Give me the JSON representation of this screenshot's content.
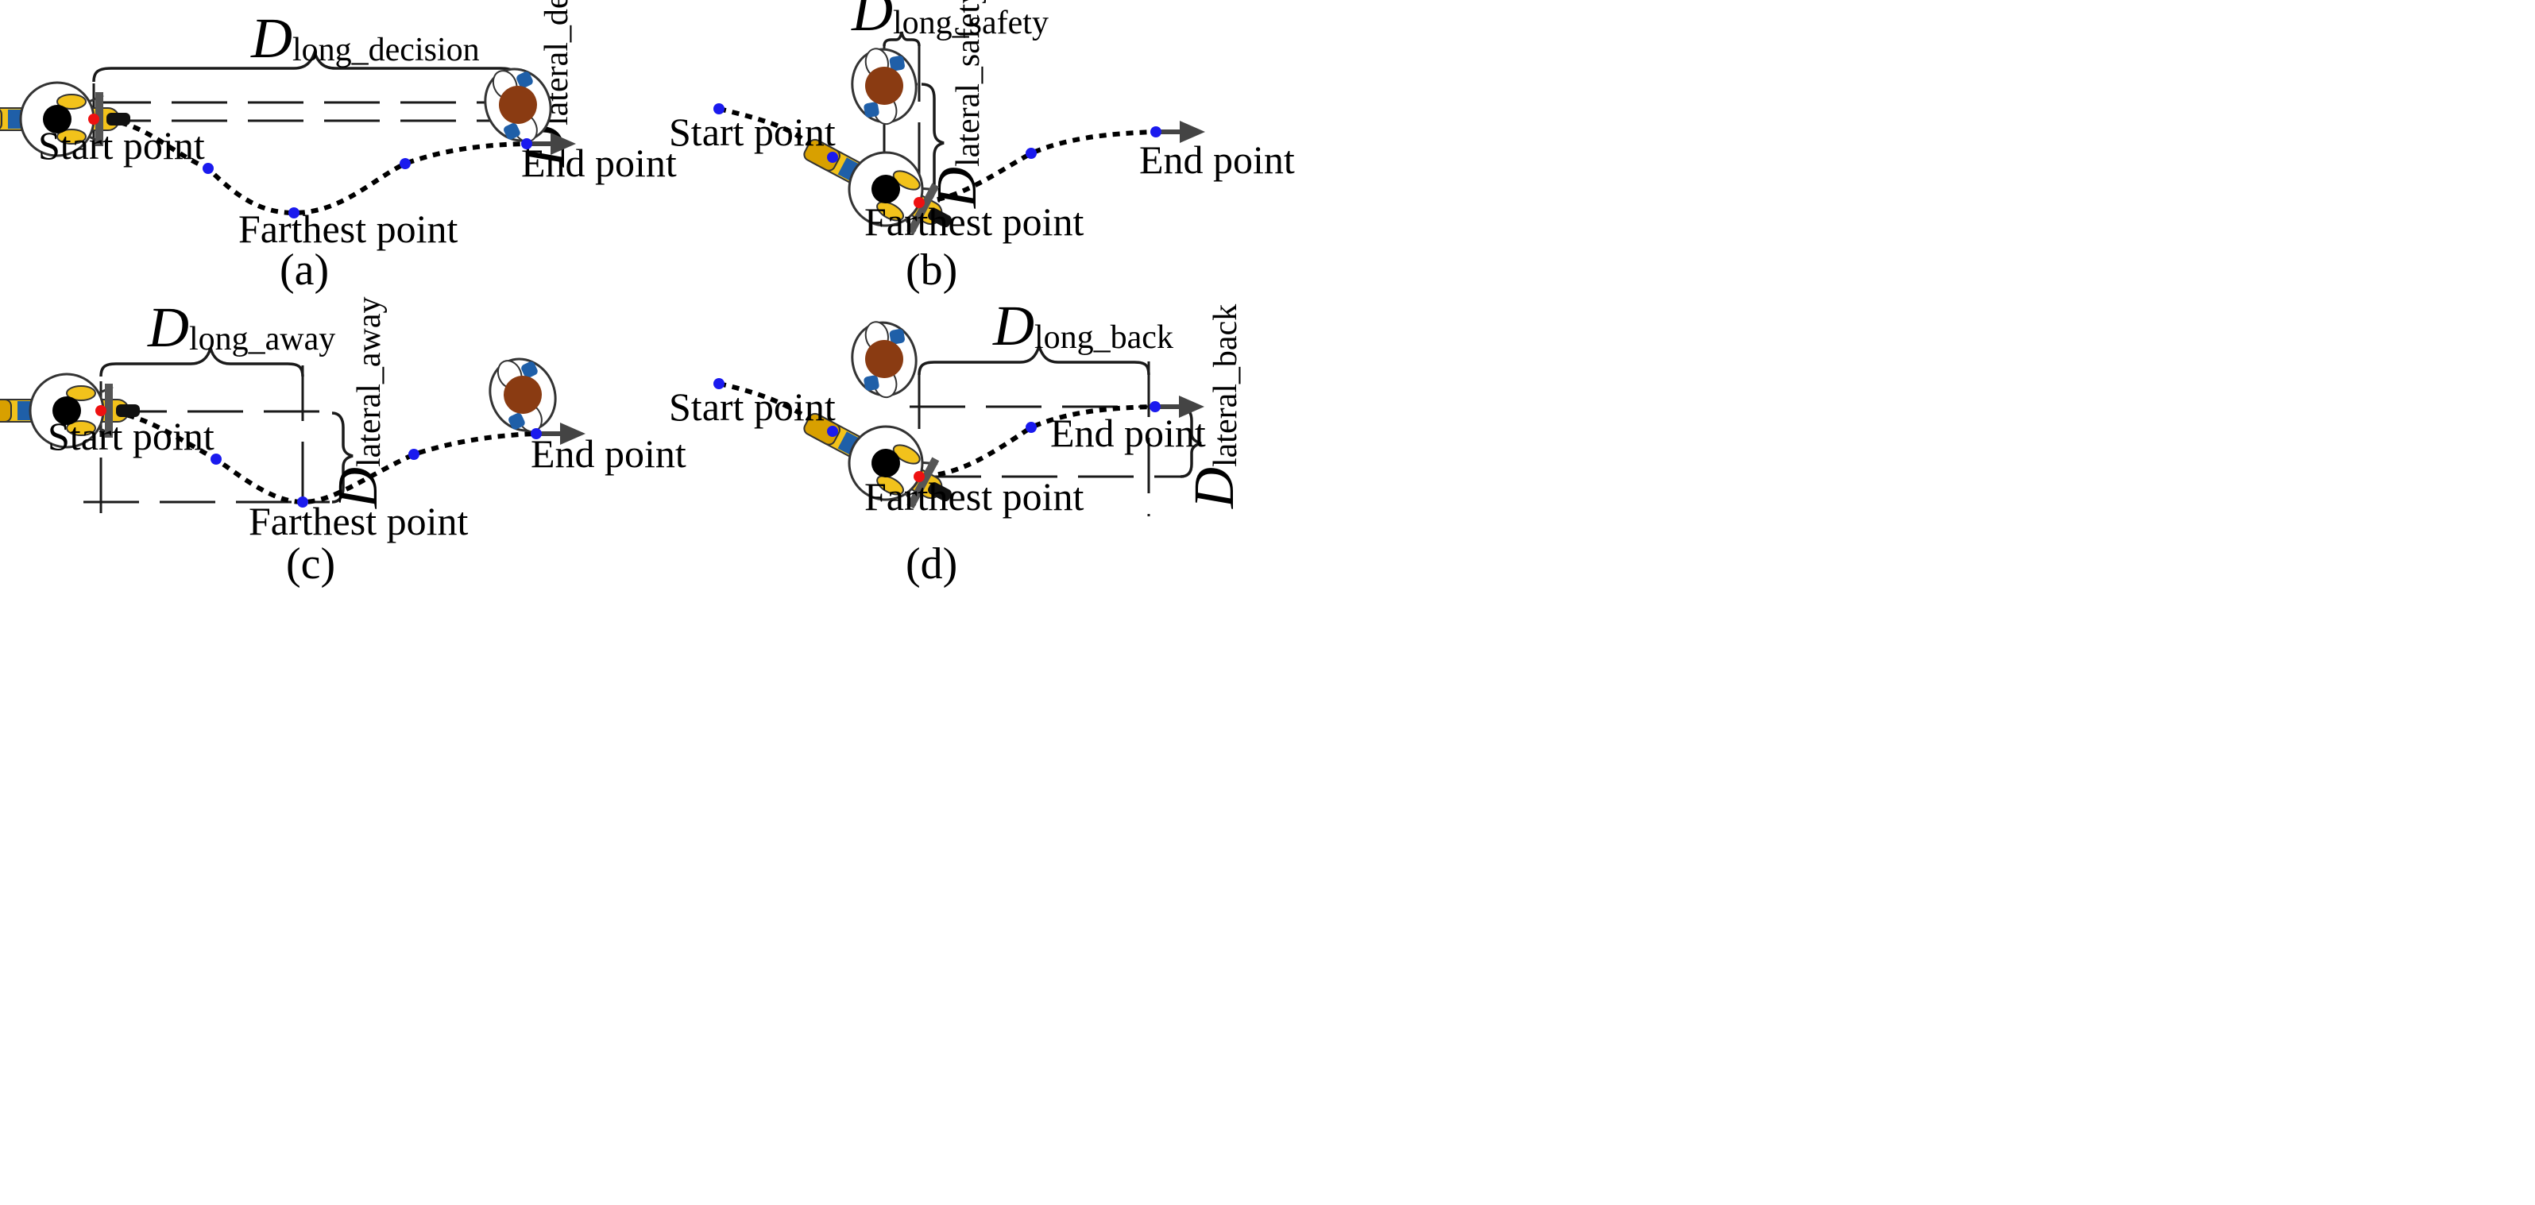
{
  "labels": {
    "start_point": "Start point",
    "end_point": "End point",
    "farthest_point": "Farthest point"
  },
  "panels": [
    {
      "caption": "(a)",
      "long_dim": {
        "base": "D",
        "sub": "long_decision"
      },
      "lat_dim": {
        "base": "D",
        "sub": "lateral_decision"
      }
    },
    {
      "caption": "(b)",
      "long_dim": {
        "base": "D",
        "sub": "long_safety"
      },
      "lat_dim": {
        "base": "D",
        "sub": "lateral_safety"
      }
    },
    {
      "caption": "(c)",
      "long_dim": {
        "base": "D",
        "sub": "long_away"
      },
      "lat_dim": {
        "base": "D",
        "sub": "lateral_away"
      }
    },
    {
      "caption": "(d)",
      "long_dim": {
        "base": "D",
        "sub": "long_back"
      },
      "lat_dim": {
        "base": "D",
        "sub": "lateral_back"
      }
    }
  ],
  "colors": {
    "waypoint": "#1a1aee",
    "reference_point": "#ee1111",
    "path": "#000000",
    "guide_lines": "#1a1a1a",
    "cyclist_bike": "#f2c21b",
    "cyclist_body": "#ffffff",
    "pedestrian_head": "#8a3b12",
    "pedestrian_shoes": "#1f5fa8"
  },
  "icons": {
    "cyclist": "cyclist-top-view-icon",
    "pedestrian": "pedestrian-top-view-icon",
    "direction_arrow": "arrow-right-icon"
  }
}
